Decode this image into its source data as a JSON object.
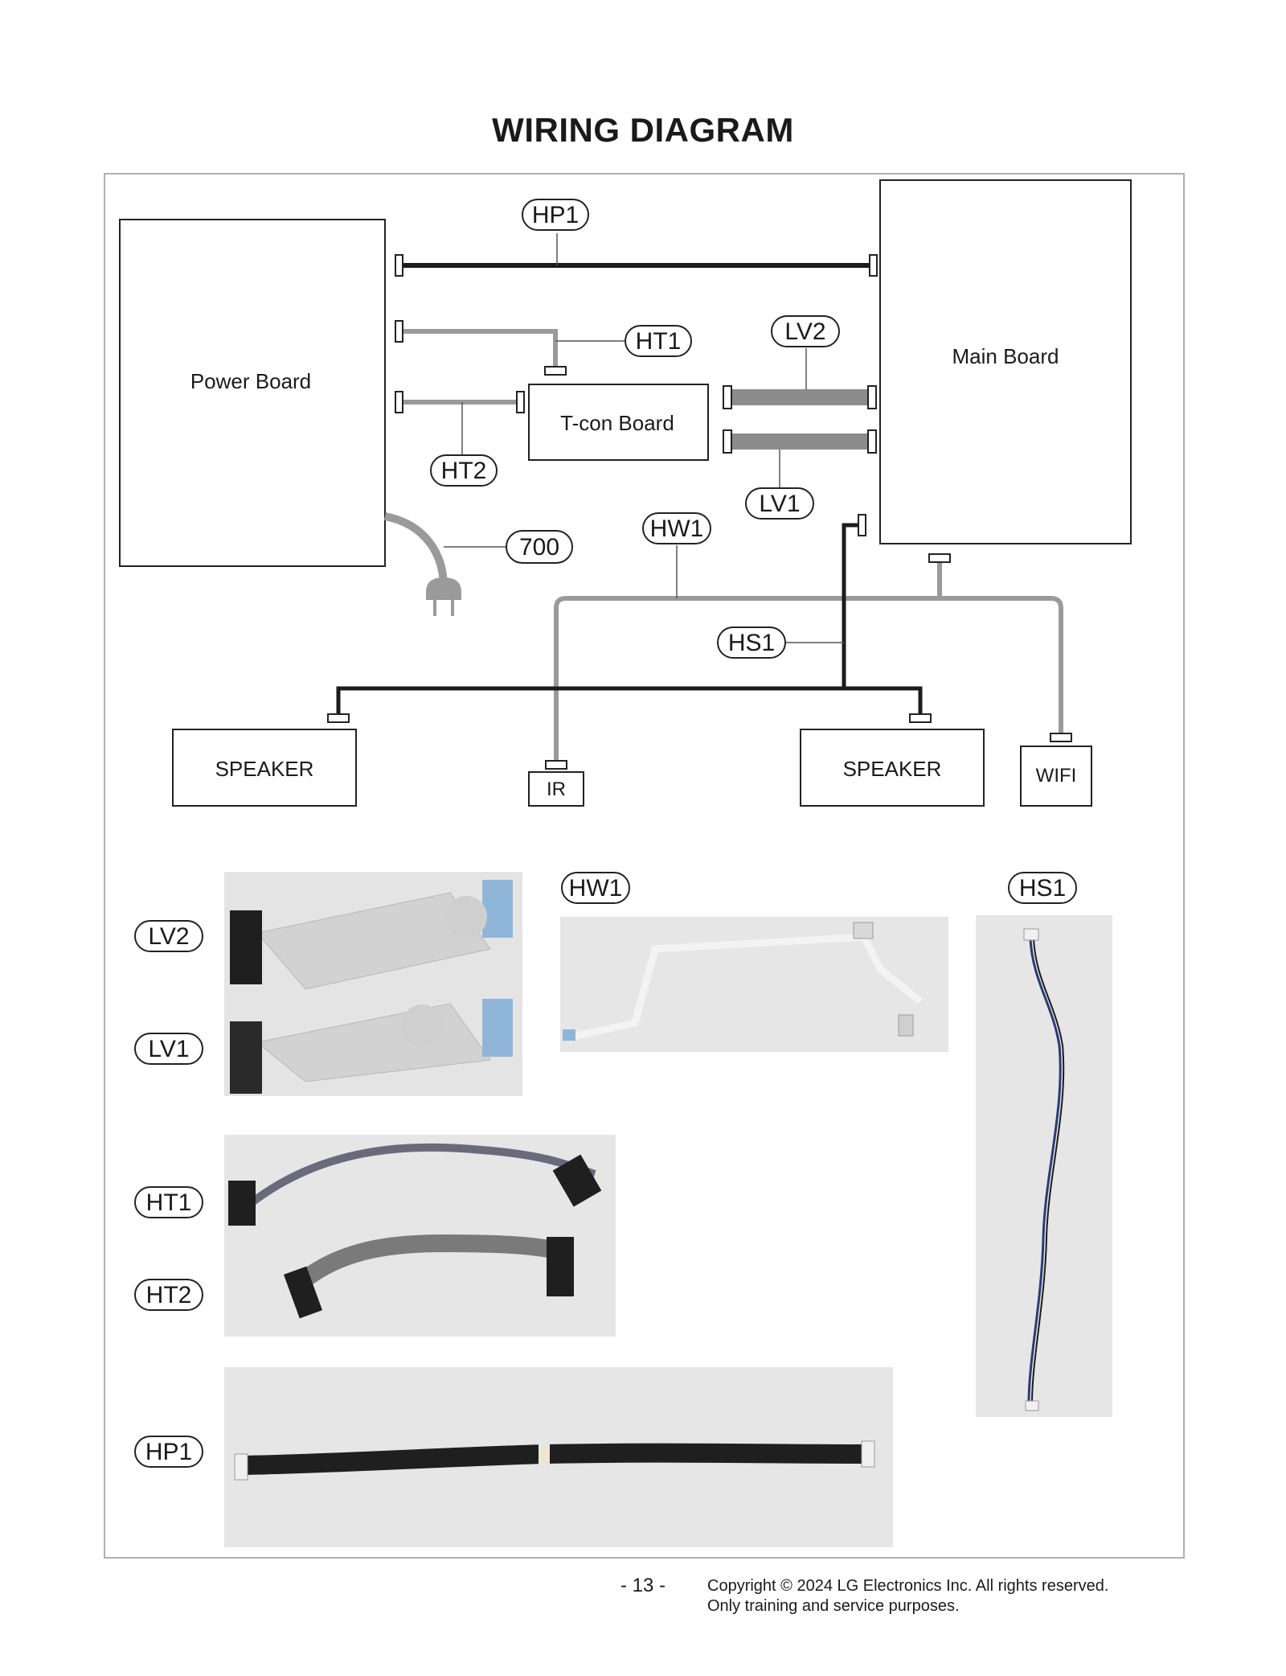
{
  "title": "WIRING DIAGRAM",
  "boards": {
    "power": "Power Board",
    "main": "Main Board",
    "tcon": "T-con Board",
    "speaker_left": "SPEAKER",
    "speaker_right": "SPEAKER",
    "ir": "IR",
    "wifi": "WIFI"
  },
  "cables": {
    "hp1": "HP1",
    "ht1": "HT1",
    "ht2": "HT2",
    "lv1": "LV1",
    "lv2": "LV2",
    "hw1": "HW1",
    "hs1": "HS1",
    "power_cord": "700"
  },
  "photo_labels": {
    "lv2": "LV2",
    "lv1": "LV1",
    "hw1": "HW1",
    "hs1": "HS1",
    "ht1": "HT1",
    "ht2": "HT2",
    "hp1": "HP1"
  },
  "footer": {
    "page": "- 13 -",
    "copyright_line1": "Copyright © 2024 LG Electronics Inc. All rights reserved.",
    "copyright_line2": "Only training and service purposes."
  },
  "colors": {
    "cable_dark": "#1c1c1c",
    "cable_gray": "#9a9a9a",
    "photo_background": "#e6e6e6",
    "border": "#b0b0b0"
  }
}
